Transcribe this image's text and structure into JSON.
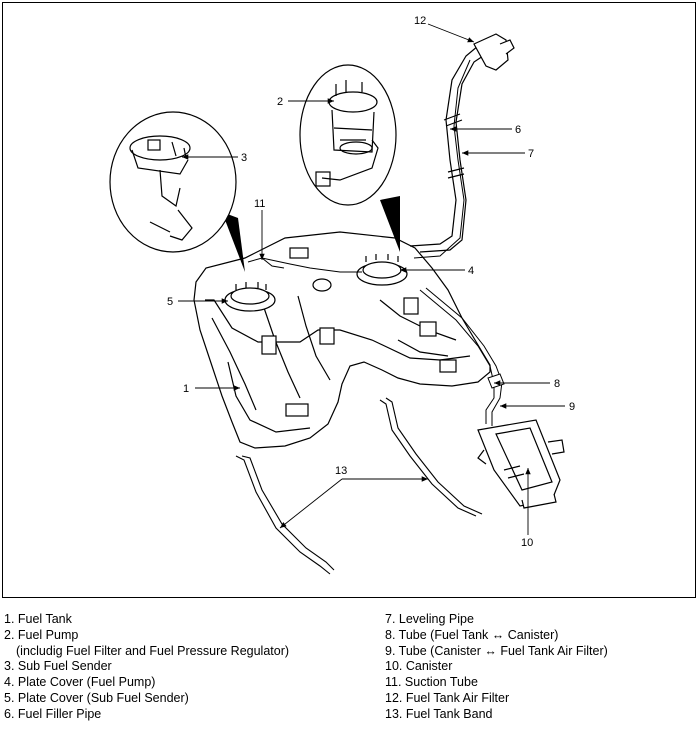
{
  "callouts": {
    "c1": "1",
    "c2": "2",
    "c3": "3",
    "c4": "4",
    "c5": "5",
    "c6": "6",
    "c7": "7",
    "c8": "8",
    "c9": "9",
    "c10": "10",
    "c11": "11",
    "c12": "12",
    "c13": "13"
  },
  "legend": {
    "left": [
      "1. Fuel Tank",
      "2. Fuel Pump",
      "(includig Fuel Filter and Fuel Pressure Regulator)",
      "3. Sub Fuel Sender",
      "4. Plate Cover (Fuel Pump)",
      "5. Plate Cover (Sub Fuel Sender)",
      "6. Fuel Filler Pipe"
    ],
    "right": [
      "7. Leveling Pipe",
      "8. Tube (Fuel Tank ↔ Canister)",
      "9. Tube (Canister ↔ Fuel Tank Air Filter)",
      "10. Canister",
      "11. Suction Tube",
      "12. Fuel Tank Air Filter",
      "13. Fuel Tank Band"
    ]
  }
}
